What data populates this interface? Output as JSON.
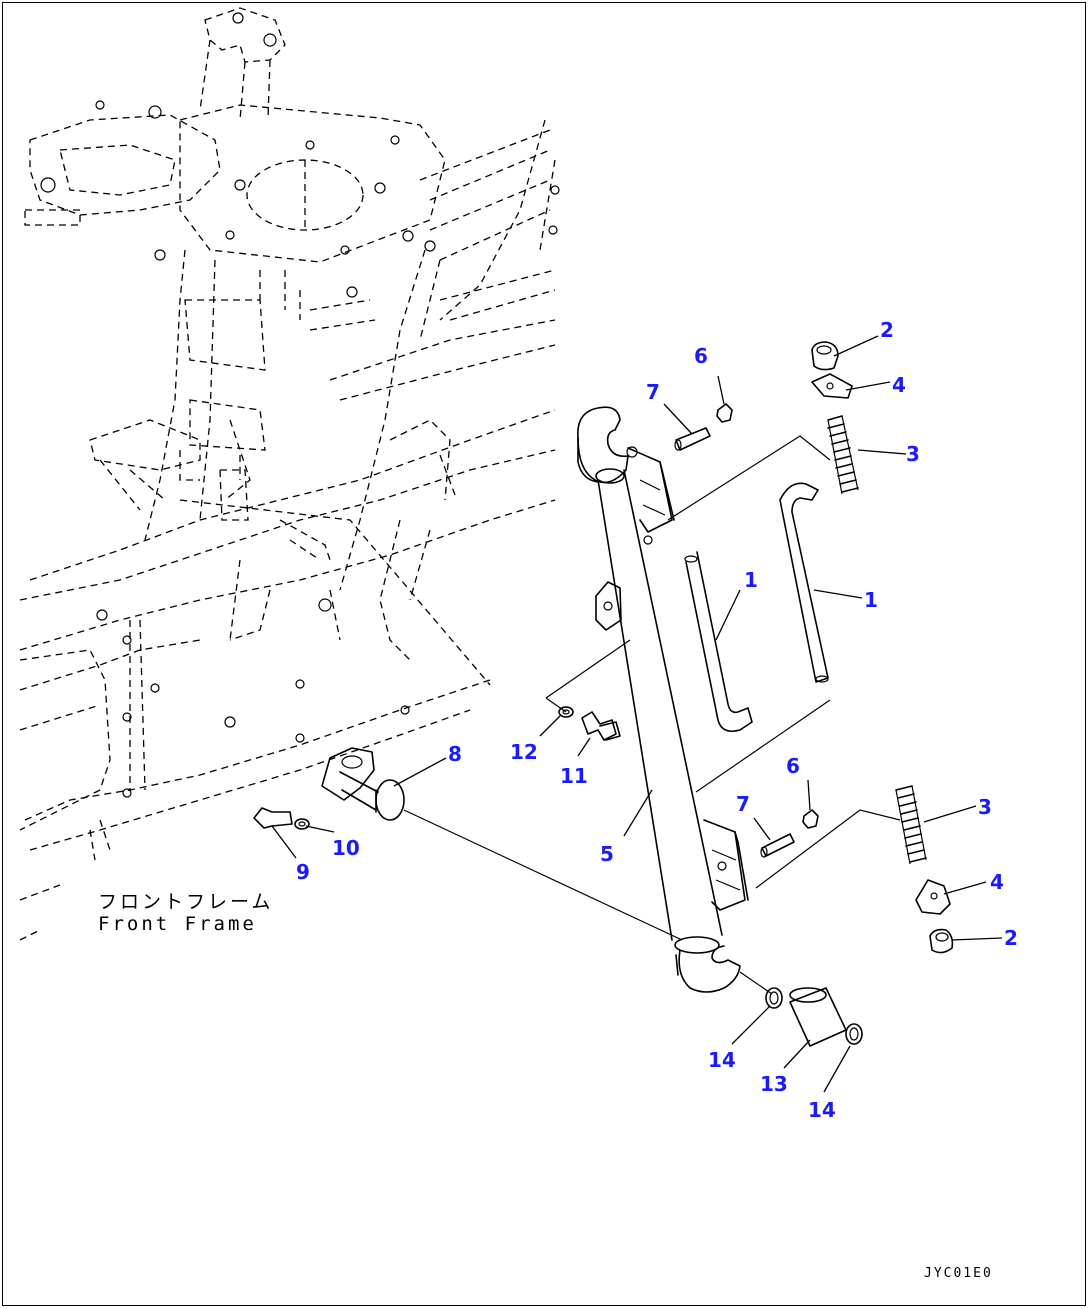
{
  "frame_label": {
    "jp": "フロントフレーム",
    "en": "Front Frame"
  },
  "drawing_code": "JYC01E0",
  "callouts": [
    {
      "id": "c2a",
      "text": "2"
    },
    {
      "id": "c4a",
      "text": "4"
    },
    {
      "id": "c3a",
      "text": "3"
    },
    {
      "id": "c6a",
      "text": "6"
    },
    {
      "id": "c7a",
      "text": "7"
    },
    {
      "id": "c1a",
      "text": "1"
    },
    {
      "id": "c1b",
      "text": "1"
    },
    {
      "id": "c8",
      "text": "8"
    },
    {
      "id": "c12",
      "text": "12"
    },
    {
      "id": "c11",
      "text": "11"
    },
    {
      "id": "c6b",
      "text": "6"
    },
    {
      "id": "c3b",
      "text": "3"
    },
    {
      "id": "c7b",
      "text": "7"
    },
    {
      "id": "c5",
      "text": "5"
    },
    {
      "id": "c10",
      "text": "10"
    },
    {
      "id": "c9",
      "text": "9"
    },
    {
      "id": "c4b",
      "text": "4"
    },
    {
      "id": "c2b",
      "text": "2"
    },
    {
      "id": "c14a",
      "text": "14"
    },
    {
      "id": "c13",
      "text": "13"
    },
    {
      "id": "c14b",
      "text": "14"
    }
  ],
  "colors": {
    "callout": "#1a1aff",
    "line": "#000000"
  }
}
